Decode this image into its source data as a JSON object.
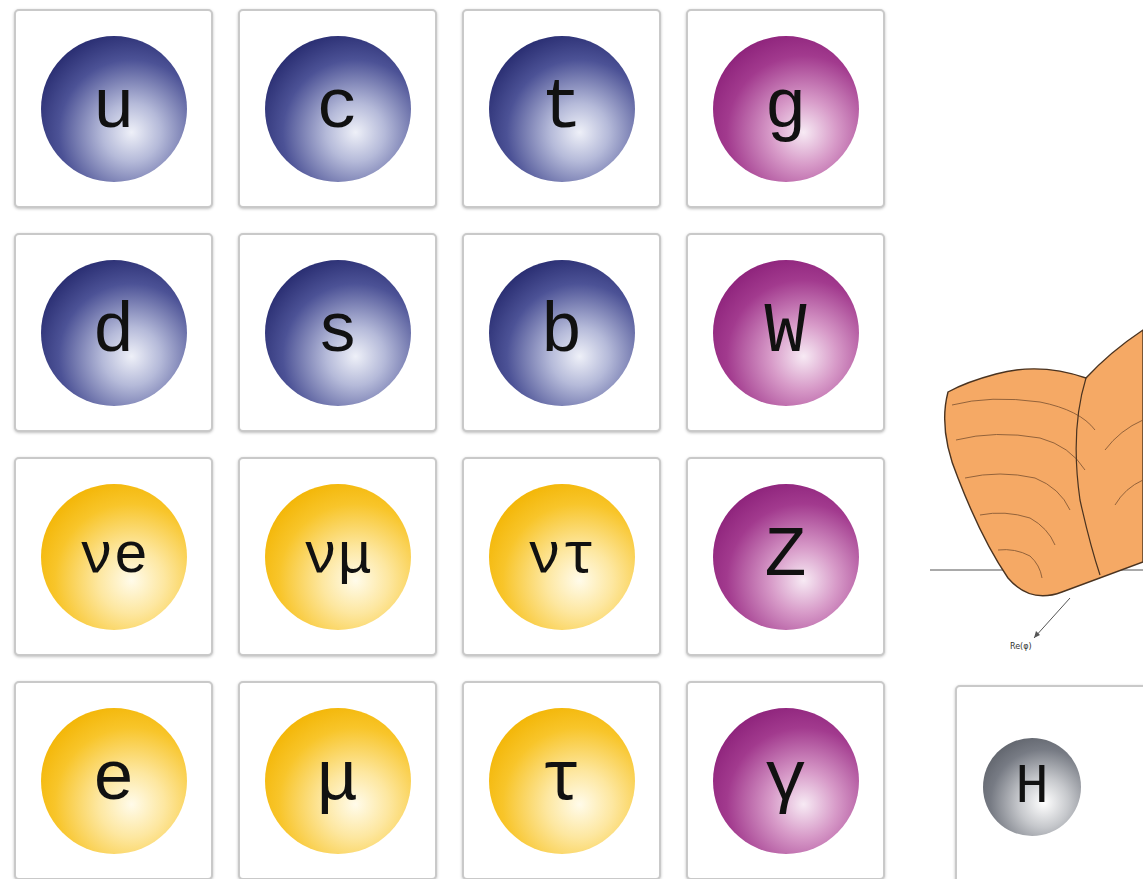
{
  "diagram": {
    "nodes": [
      {
        "text": [
          "u"
        ]
      },
      {
        "text": [
          "c"
        ]
      },
      {
        "text": [
          "t"
        ]
      },
      {
        "text": [
          "g"
        ]
      },
      {
        "text": [
          "d"
        ]
      },
      {
        "text": [
          "s"
        ]
      },
      {
        "text": [
          "b"
        ]
      },
      {
        "text": [
          "W"
        ]
      },
      {
        "text": [
          "νe"
        ]
      },
      {
        "text": [
          "νμ"
        ]
      },
      {
        "text": [
          "ντ"
        ]
      },
      {
        "text": [
          "Z"
        ]
      },
      {
        "text": [
          "e"
        ]
      },
      {
        "text": [
          "μ"
        ]
      },
      {
        "text": [
          "τ"
        ]
      },
      {
        "text": [
          "γ"
        ]
      },
      {
        "text": [
          "H"
        ]
      }
    ],
    "labels": [
      "Re(φ)"
    ]
  }
}
